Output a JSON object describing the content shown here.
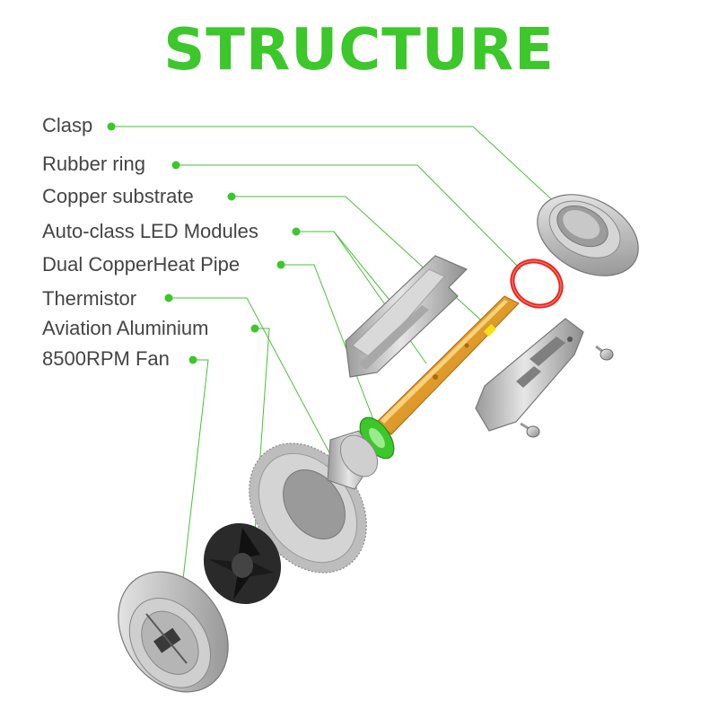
{
  "title": "STRUCTURE",
  "accent_color": "#3cc72a",
  "labels": [
    "Clasp",
    "Rubber ring",
    "Copper substrate",
    "Auto-class LED Modules",
    "Dual CopperHeat Pipe",
    "Thermistor",
    "Aviation Aluminium",
    "8500RPM Fan"
  ]
}
